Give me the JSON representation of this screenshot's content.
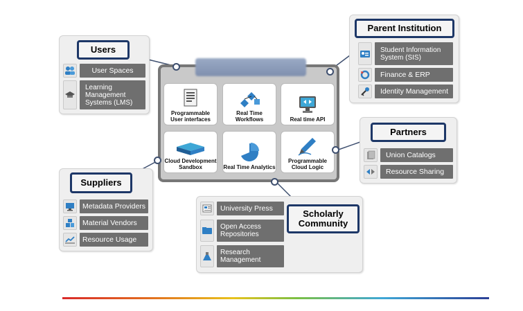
{
  "groups": {
    "users": {
      "title": "Users",
      "items": [
        {
          "label": "User Spaces",
          "icon": "users-icon"
        },
        {
          "label": "Learning Management Systems (LMS)",
          "icon": "graduation-cap-icon"
        }
      ]
    },
    "parent": {
      "title": "Parent Institution",
      "items": [
        {
          "label": "Student Information System (SIS)",
          "icon": "id-card-icon"
        },
        {
          "label": "Finance & ERP",
          "icon": "finance-icon"
        },
        {
          "label": "Identity Management",
          "icon": "key-icon"
        }
      ]
    },
    "partners": {
      "title": "Partners",
      "items": [
        {
          "label": "Union Catalogs",
          "icon": "catalog-icon"
        },
        {
          "label": "Resource Sharing",
          "icon": "share-icon"
        }
      ]
    },
    "suppliers": {
      "title": "Suppliers",
      "items": [
        {
          "label": "Metadata Providers",
          "icon": "monitor-icon"
        },
        {
          "label": "Material Vendors",
          "icon": "boxes-icon"
        },
        {
          "label": "Resource Usage",
          "icon": "line-chart-icon"
        }
      ]
    },
    "scholarly": {
      "title": "Scholarly Community",
      "items": [
        {
          "label": "University Press",
          "icon": "press-icon"
        },
        {
          "label": "Open Access Repositories",
          "icon": "folder-icon"
        },
        {
          "label": "Research Management",
          "icon": "flask-icon"
        }
      ]
    }
  },
  "platform": {
    "tiles": [
      {
        "label": "Programmable User interfaces",
        "icon": "document-icon"
      },
      {
        "label": "Real Time Workflows",
        "icon": "workflow-icon"
      },
      {
        "label": "Real time API",
        "icon": "api-monitor-icon"
      },
      {
        "label": "Cloud Development Sandbox",
        "icon": "sandbox-icon"
      },
      {
        "label": "Real Time Analytics",
        "icon": "pie-chart-icon"
      },
      {
        "label": "Programmable Cloud Logic",
        "icon": "pen-icon"
      }
    ]
  },
  "colors": {
    "title_border": "#1d3767",
    "item_bg": "#6f6f6f",
    "platform_border": "#777777",
    "accent_blue": "#2f7fc4"
  }
}
